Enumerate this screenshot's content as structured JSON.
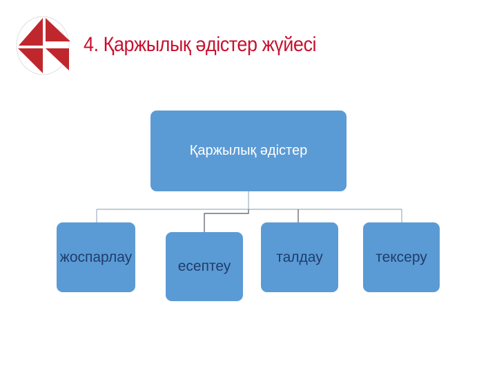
{
  "slide": {
    "title": "4. Қаржылық әдістер жүйесі",
    "logo_icon": "red-white-diamond-logo"
  },
  "diagram": {
    "root": "Қаржылық әдістер",
    "children": [
      "жоспарлау",
      "есептеу",
      "талдау",
      "тексеру"
    ],
    "box_color": "#5b9bd5",
    "title_color": "#c8102e"
  }
}
